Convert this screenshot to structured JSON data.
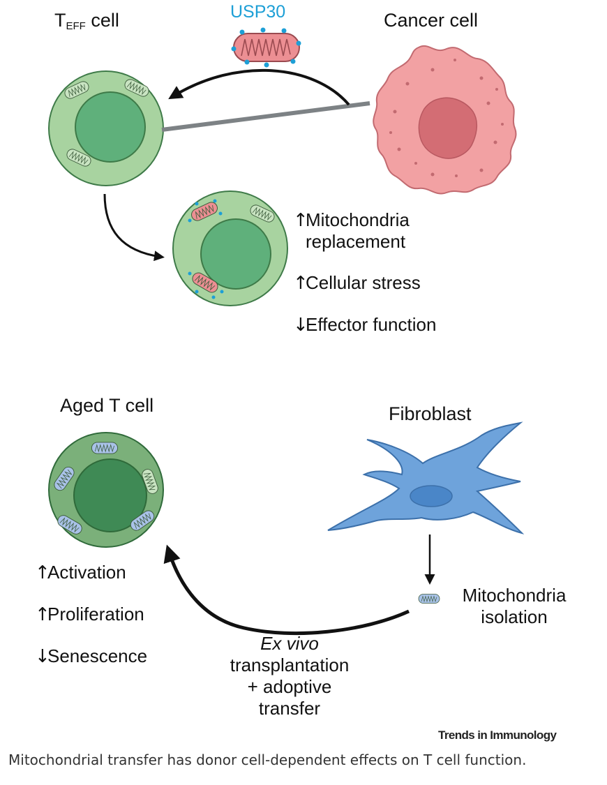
{
  "top_panel": {
    "teff_label_main": "T",
    "teff_label_sub": "EFF",
    "teff_label_rest": " cell",
    "usp30_label": "USP30",
    "cancer_label": "Cancer cell",
    "effects": [
      {
        "arrow": "↑",
        "lines": [
          "Mitochondria",
          "replacement"
        ]
      },
      {
        "arrow": "↑",
        "lines": [
          "Cellular stress"
        ]
      },
      {
        "arrow": "↓",
        "lines": [
          "Effector function"
        ]
      }
    ]
  },
  "bottom_panel": {
    "aged_label": "Aged T cell",
    "fibroblast_label": "Fibroblast",
    "isolation_label_1": "Mitochondria",
    "isolation_label_2": "isolation",
    "transfer_label_1": "Ex vivo",
    "transfer_label_2": "transplantation",
    "transfer_label_3": "+ adoptive",
    "transfer_label_4": "transfer",
    "effects": [
      {
        "arrow": "↑",
        "label": "Activation"
      },
      {
        "arrow": "↑",
        "label": "Proliferation"
      },
      {
        "arrow": "↓",
        "label": "Senescence"
      }
    ]
  },
  "journal": "Trends in Immunology",
  "caption": "Mitochondrial transfer has donor cell-dependent effects on T cell function.",
  "colors": {
    "teff_outer": "#a8d3a0",
    "teff_nucleus": "#5fb07b",
    "aged_outer": "#7bb07a",
    "aged_nucleus": "#3f8a55",
    "cancer": "#f2a1a3",
    "cancer_nucleus": "#d36d74",
    "fibroblast": "#6ea3db",
    "usp30_dots": "#1d9fd6",
    "mito_green": "#c9e4c2",
    "mito_red": "#ec8f93",
    "mito_blue": "#a9c2e8"
  }
}
